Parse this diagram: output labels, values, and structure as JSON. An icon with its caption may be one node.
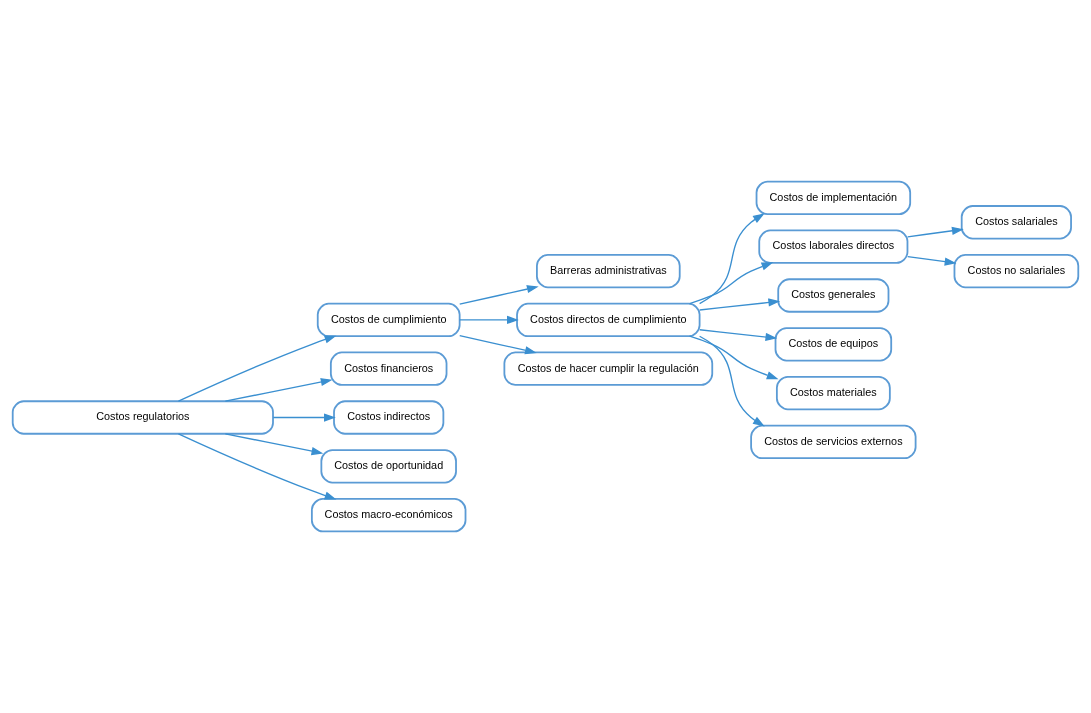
{
  "diagram": {
    "nodes": [
      {
        "text": [
          "Costos regulatorios"
        ]
      },
      {
        "text": [
          "Costos de cumplimiento"
        ]
      },
      {
        "text": [
          "Costos financieros"
        ]
      },
      {
        "text": [
          "Costos indirectos"
        ]
      },
      {
        "text": [
          "Costos de oportunidad"
        ]
      },
      {
        "text": [
          "Costos macro-económicos"
        ]
      },
      {
        "text": [
          "Barreras administrativas"
        ]
      },
      {
        "text": [
          "Costos directos de cumplimiento"
        ]
      },
      {
        "text": [
          "Costos de implementación"
        ]
      },
      {
        "text": [
          "Costos laborales directos"
        ]
      },
      {
        "text": [
          "Costos generales"
        ]
      },
      {
        "text": [
          "Costos de equipos"
        ]
      },
      {
        "text": [
          "Costos materiales"
        ]
      },
      {
        "text": [
          "Costos de servicios externos"
        ]
      },
      {
        "text": [
          "Costos salariales"
        ]
      },
      {
        "text": [
          "Costos no salariales"
        ]
      },
      {
        "text": [
          "Costos de hacer cumplir la regulación"
        ]
      }
    ],
    "edges": [
      {
        "from": 0,
        "to": 1,
        "arrow": "to"
      },
      {
        "from": 0,
        "to": 2,
        "arrow": "to"
      },
      {
        "from": 0,
        "to": 3,
        "arrow": "to"
      },
      {
        "from": 0,
        "to": 4,
        "arrow": "to"
      },
      {
        "from": 0,
        "to": 5,
        "arrow": "to"
      },
      {
        "from": 1,
        "to": 6,
        "arrow": "to"
      },
      {
        "from": 1,
        "to": 7,
        "arrow": "to"
      },
      {
        "from": 1,
        "to": 16,
        "arrow": "to"
      },
      {
        "from": 7,
        "to": 8,
        "arrow": "to"
      },
      {
        "from": 7,
        "to": 9,
        "arrow": "to"
      },
      {
        "from": 7,
        "to": 10,
        "arrow": "to"
      },
      {
        "from": 7,
        "to": 11,
        "arrow": "to"
      },
      {
        "from": 7,
        "to": 12,
        "arrow": "to"
      },
      {
        "from": 7,
        "to": 13,
        "arrow": "to"
      },
      {
        "from": 9,
        "to": 14,
        "arrow": "to"
      },
      {
        "from": 9,
        "to": 15,
        "arrow": "to"
      }
    ]
  }
}
